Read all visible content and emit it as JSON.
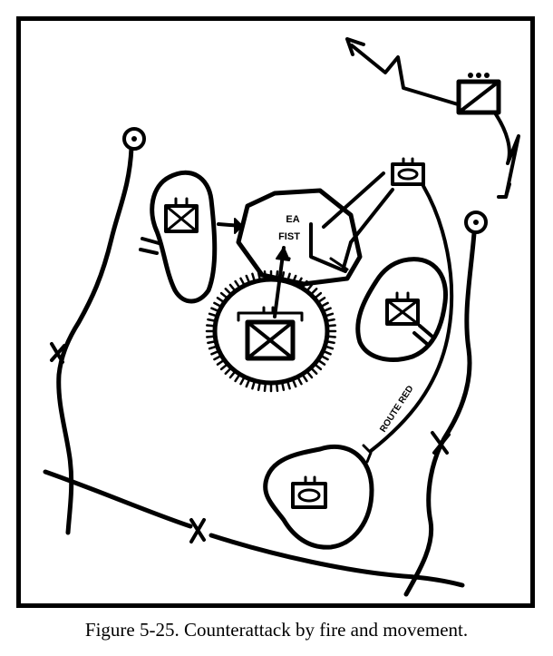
{
  "figure": {
    "caption": "Figure 5-25. Counterattack by fire and movement.",
    "engagement_area_line1": "EA",
    "engagement_area_line2": "FIST",
    "route_label": "ROUTE RED",
    "colors": {
      "ink": "#000000",
      "paper": "#ffffff"
    }
  }
}
